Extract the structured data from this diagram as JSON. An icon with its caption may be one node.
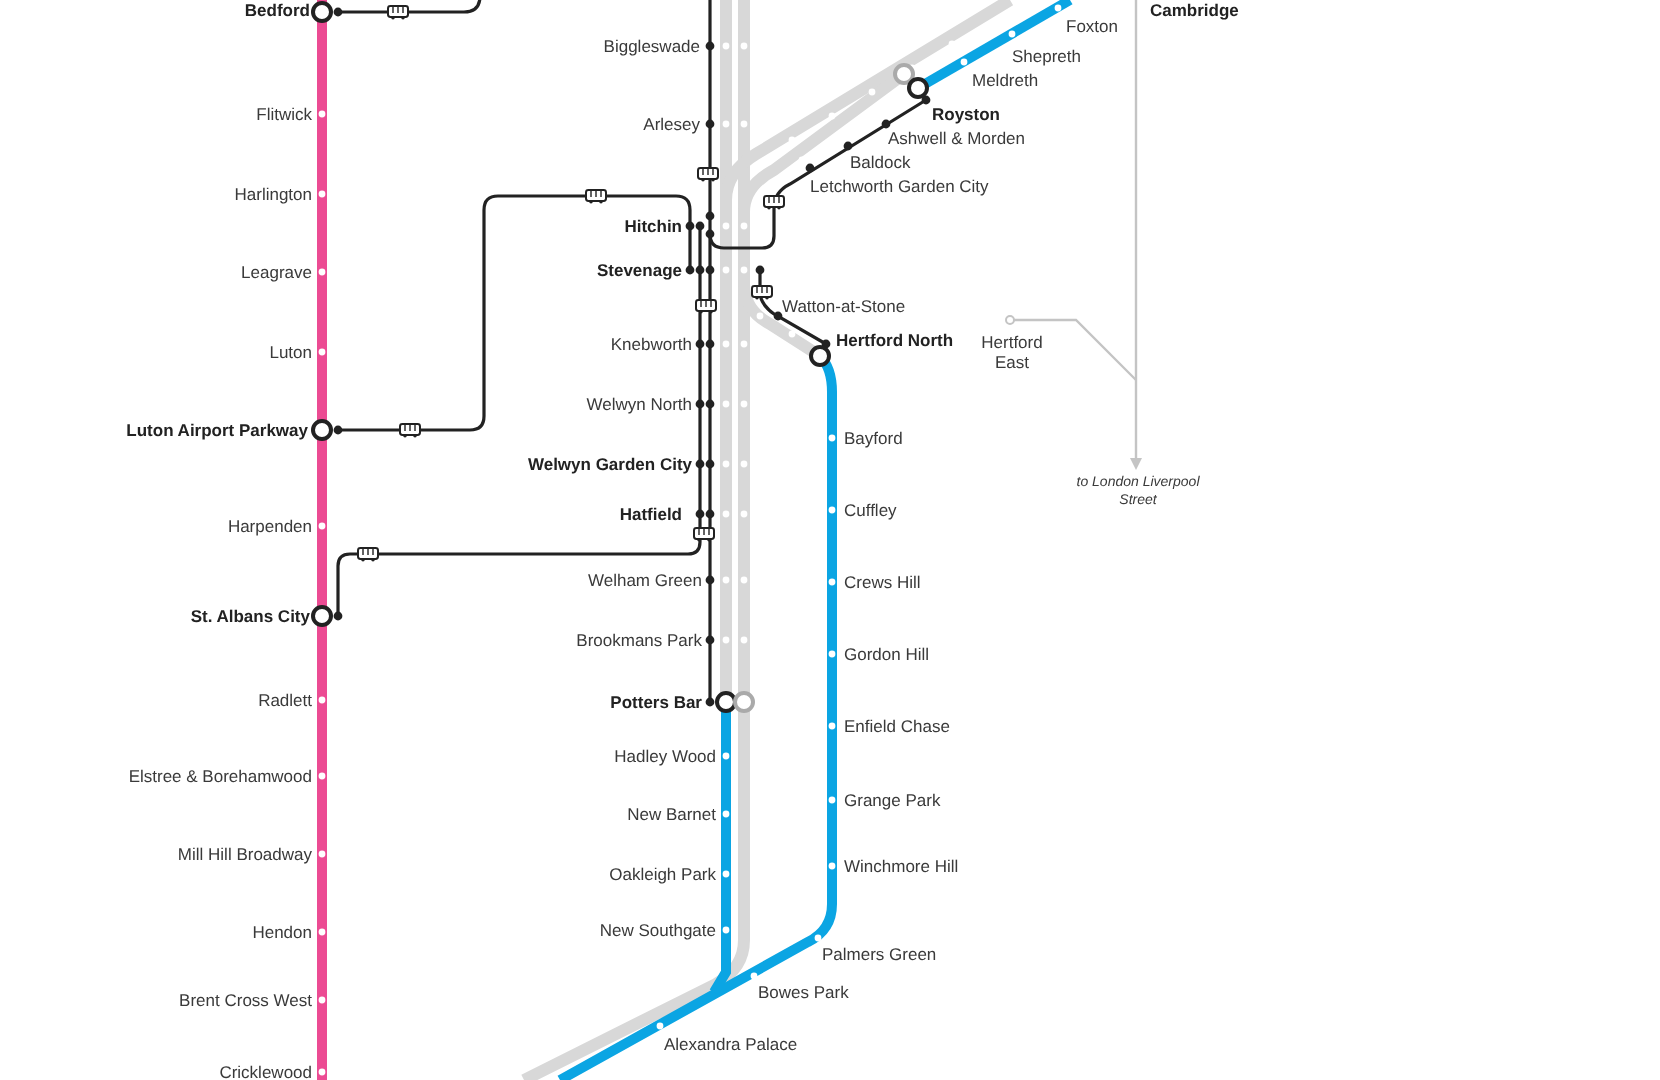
{
  "diagram": {
    "labels": [
      "Cambridge",
      "Bedford",
      "Foxton",
      "Biggleswade",
      "Shepreth",
      "Meldreth",
      "Flitwick",
      "Royston",
      "Arlesey",
      "Ashwell & Morden",
      "Baldock",
      "Letchworth Garden City",
      "Harlington",
      "Hitchin",
      "Leagrave",
      "Stevenage",
      "Watton-at-Stone",
      "Hertford East",
      "Hertford North",
      "Knebworth",
      "Luton",
      "Welwyn North",
      "Luton Airport Parkway",
      "Bayford",
      "Welwyn Garden City",
      "to London Liverpool Street",
      "Cuffley",
      "Hatfield",
      "Harpenden",
      "Welham Green",
      "Crews Hill",
      "St. Albans City",
      "Brookmans Park",
      "Gordon Hill",
      "Radlett",
      "Potters Bar",
      "Enfield Chase",
      "Hadley Wood",
      "Elstree & Borehamwood",
      "Grange Park",
      "New Barnet",
      "Mill Hill Broadway",
      "Oakleigh Park",
      "Winchmore Hill",
      "Hendon",
      "New Southgate",
      "Palmers Green",
      "Bowes Park",
      "Brent Cross West",
      "Alexandra Palace",
      "Cricklewood"
    ]
  }
}
